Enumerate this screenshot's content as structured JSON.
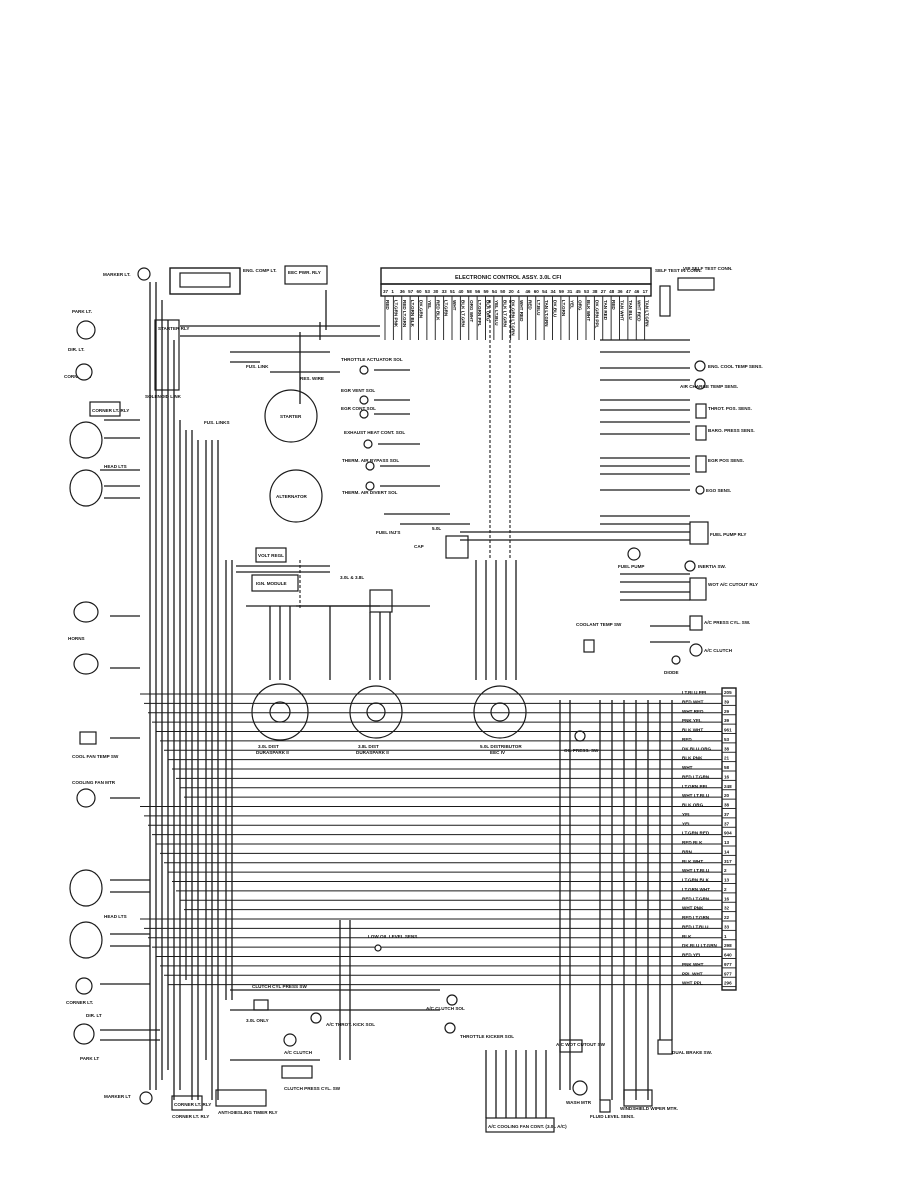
{
  "ecu": {
    "title": "ELECTRONIC CONTROL ASSY. 3.0L CFI",
    "pins": [
      "37",
      "1",
      "36",
      "57",
      "60",
      "53",
      "30",
      "33",
      "51",
      "40",
      "58",
      "56",
      "59",
      "54",
      "50",
      "20",
      "4",
      "46",
      "60",
      "54",
      "34",
      "59",
      "31",
      "45",
      "53",
      "38",
      "27",
      "48",
      "36",
      "47",
      "46",
      "17"
    ],
    "wires": [
      "RED",
      "LT.GRN PNK",
      "RED LT.GRN",
      "LT.GRN BLK",
      "DK.GRN",
      "YEL",
      "RED BLK",
      "LT.GRN",
      "WHT",
      "BLK LT.GRN",
      "ORG WHT",
      "LT.GRN PPL",
      "BLK ORG",
      "YEL LT.BLU",
      "BLK LT.GRN",
      "DK.GRN LT.GRN",
      "WHT RED",
      "RED",
      "LT.BLU",
      "TAN LT.GRN",
      "DK.BLU",
      "LT.GRN",
      "YEL",
      "ORG",
      "BLK WHT",
      "DK.GRN PPL",
      "TAN RED",
      "RED",
      "TAN WHT",
      "TAN BLU",
      "WHT RED",
      "TAN LT.GRN"
    ]
  },
  "top_labels": {
    "marker_lt": "MARKER LT.",
    "park_lt": "PARK LT.",
    "dir_lt": "DIR. LT.",
    "corner_lt": "CORNER LT.",
    "eng_comp_lt": "ENG. COMP LT.",
    "eec_pwr_rly": "EEC PWR. RLY",
    "self_test_in_conn": "SELF TEST IN CONN.",
    "vip_self_test_conn": "VIP SELF TEST CONN."
  },
  "left_side": {
    "starter_rly": "STARTER RLY",
    "solenoid_link": "SOLENOID LINK",
    "corner_lt_rly": "CORNER LT. RLY",
    "head_lts": "HEAD LTS",
    "horns": "HORNS",
    "cool_fan_temp_sw": "COOL FAN TEMP SW",
    "cooling_fan_mtr": "COOLING FAN MTR",
    "head_lts_lower": "HEAD LTS",
    "corner_lt_lower": "CORNER LT.",
    "dir_lt_lower": "DIR. LT",
    "park_lt_lower": "PARK LT",
    "marker_lt_lower": "MARKER LT",
    "corner_lt_rly_lower": "CORNER LT. RLY"
  },
  "center": {
    "starter": "STARTER",
    "alternator": "ALTERNATOR",
    "volt_regl": "VOLT REGL",
    "ign_module": "IGN. MODULE",
    "res_wire": "RES. WIRE",
    "fus_link": "FUS. LINK",
    "fus_links": "FUS. LINKS",
    "dist_a_l1": "3.0L DIST",
    "dist_a_l2": "DURASPARK II",
    "dist_b_l1": "3.8L DIST",
    "dist_b_l2": "DURASPARK II",
    "dist_c_l1": "5.0L DISTRIBUTOR",
    "dist_c_l2": "EEC IV",
    "engines_30_38": "3.0L & 3.8L",
    "engine_50": "5.0L",
    "fuel_inj": "FUEL INJ'S",
    "cap": "CAP",
    "low_oil_level_sens": "LOW OIL LEVEL SENS",
    "clutch_cyl_press_sw": "CLUTCH CYL PRESS SW",
    "only_30l": "3.0L ONLY",
    "ac_throt_kick_sol": "A/C THROT. KICK SOL",
    "clutch_press_cyl_sw": "CLUTCH PRESS CYL. SW",
    "ac_clutch": "A/C CLUTCH",
    "ac_clutch_sol": "A/C CLUTCH SOL",
    "throttle_kicker_sol": "THROTTLE KICKER SOL",
    "ac_wot_cutout_sw": "A/C WOT CUTOUT SW",
    "ac_cooling_fan_cont": "A/C COOLING FAN CONT. (3.0L A/C)",
    "anti_dieseling_timer_rly": "ANTI-DIESLING TIMER RLY",
    "corner_lt_rly_bottom": "CORNER LT. RLY",
    "wash_mtr": "WASH MTR",
    "fluid_level_sens": "FLUID LEVEL SENS.",
    "wiper_mtr": "WINDSHIELD WIPER MTR."
  },
  "actuators": {
    "throttle_actuator_sol": "THROTTLE ACTUATOR SOL",
    "egr_vent_sol": "EGR VENT SOL",
    "egr_cont_sol": "EGR CONT SOL",
    "exhaust_heat_cont_sol": "EXHAUST HEAT CONT. SOL",
    "thermactor_air_bypass_sol": "THERM. AIR BYPASS SOL",
    "thermactor_air_divert_sol": "THERM. AIR DIVERT SOL"
  },
  "sensors": {
    "eng_cool_temp_sens": "ENG. COOL TEMP SENS.",
    "air_charge_temp_sens": "AIR CHARGE TEMP SENS.",
    "throt_pos_sens": "THROT. POS. SENS.",
    "baro_press_sens": "BARO. PRESS SENS.",
    "egr_pos_sens": "EGR POS SENS.",
    "ego_sens": "EGO SENS.",
    "fuel_pump": "FUEL PUMP",
    "fuel_pump_relay": "FUEL PUMP RLY",
    "inertia_sw": "INERTIA SW.",
    "wot_ac_cutout_rly": "WOT A/C CUTOUT RLY",
    "ac_press_cyl_sw": "A/C PRESS CYL. SW.",
    "ac_clutch_right": "A/C CLUTCH",
    "diode": "DIODE",
    "coolant_temp_sw": "COOLANT TEMP SW",
    "oil_press_sw": "OIL PRESS. SW",
    "dual_brake_sw": "DUAL BRAKE SW."
  },
  "connector": {
    "rows": [
      {
        "color": "LT.BLU PPL",
        "num": "205"
      },
      {
        "color": "RED WHT",
        "num": "39"
      },
      {
        "color": "WHT RED",
        "num": "29"
      },
      {
        "color": "PNK YEL",
        "num": "39"
      },
      {
        "color": "BLK WHT",
        "num": "961"
      },
      {
        "color": "RED",
        "num": "53"
      },
      {
        "color": "DK.BLU ORG",
        "num": "38"
      },
      {
        "color": "BLK PNK",
        "num": "21"
      },
      {
        "color": "WHT",
        "num": "58"
      },
      {
        "color": "RED LT.GRN",
        "num": "16"
      },
      {
        "color": "LT.GRN PPL",
        "num": "248"
      },
      {
        "color": "WHT LT.BLU",
        "num": "20"
      },
      {
        "color": "BLK ORG",
        "num": "38"
      },
      {
        "color": "YEL",
        "num": "37"
      },
      {
        "color": "YEL",
        "num": "37"
      },
      {
        "color": "LT.GRN RED",
        "num": "904"
      },
      {
        "color": "RED BLK",
        "num": "13"
      },
      {
        "color": "BRN",
        "num": "14"
      },
      {
        "color": "BLK WHT",
        "num": "317"
      },
      {
        "color": "WHT LT.BLU",
        "num": "2"
      },
      {
        "color": "LT.GRN BLK",
        "num": "13"
      },
      {
        "color": "LT.GRN WHT",
        "num": "2"
      },
      {
        "color": "RED LT.GRN",
        "num": "16"
      },
      {
        "color": "WHT PNK",
        "num": "32"
      },
      {
        "color": "RED LT.GRN",
        "num": "22"
      },
      {
        "color": "RED LT.BLU",
        "num": "33"
      },
      {
        "color": "BLK",
        "num": "1"
      },
      {
        "color": "DK.BLU LT.GRN",
        "num": "298"
      },
      {
        "color": "RED YEL",
        "num": "640"
      },
      {
        "color": "PNK WHT",
        "num": "977"
      },
      {
        "color": "PPL WHT",
        "num": "977"
      },
      {
        "color": "WHT PPL",
        "num": "296"
      }
    ]
  }
}
